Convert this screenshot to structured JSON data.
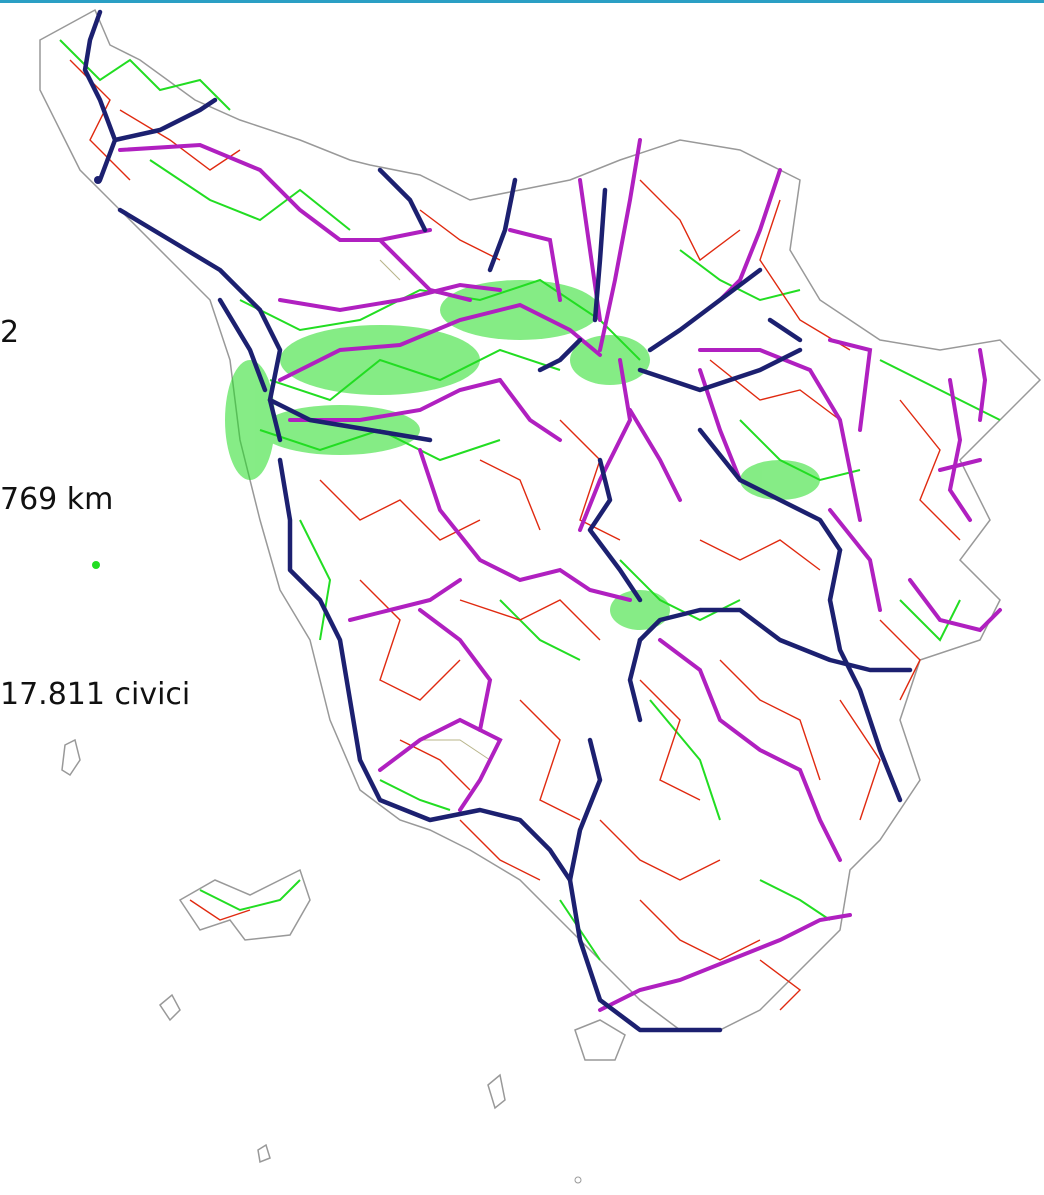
{
  "stats": {
    "line1": "2",
    "line2": "769 km",
    "line3": "17.811 civici"
  },
  "legend_colors": {
    "background": "#ffffff",
    "border": "#999999",
    "local_roads": "#e02a10",
    "urban_roads": "#22dd22",
    "regional_roads": "#b020c0",
    "main_roads": "#1c2070",
    "minor_paths": "#b8b48a"
  }
}
